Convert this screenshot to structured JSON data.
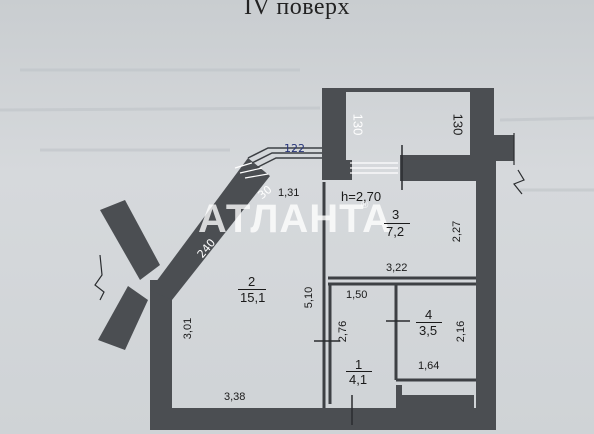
{
  "title": "IV поверх",
  "watermark": "АТЛАНТА",
  "watermark_mark": "®",
  "rooms": [
    {
      "number": "2",
      "area": "15,1"
    },
    {
      "number": "3",
      "area": "7,2"
    },
    {
      "number": "1",
      "area": "4,1"
    },
    {
      "number": "4",
      "area": "3,5"
    }
  ],
  "ceiling_height": "h=2,70",
  "dimensions": {
    "d_130_left": "130",
    "d_130_right": "130",
    "d_131": "1,31",
    "d_227": "2,27",
    "d_322": "3,22",
    "d_150": "1,50",
    "d_510": "5,10",
    "d_276": "2,76",
    "d_216": "2,16",
    "d_164": "1,64",
    "d_301": "3,01",
    "d_338": "3,38"
  },
  "handwritten": {
    "h_122": "122",
    "h_30": "30",
    "h_240": "240"
  }
}
